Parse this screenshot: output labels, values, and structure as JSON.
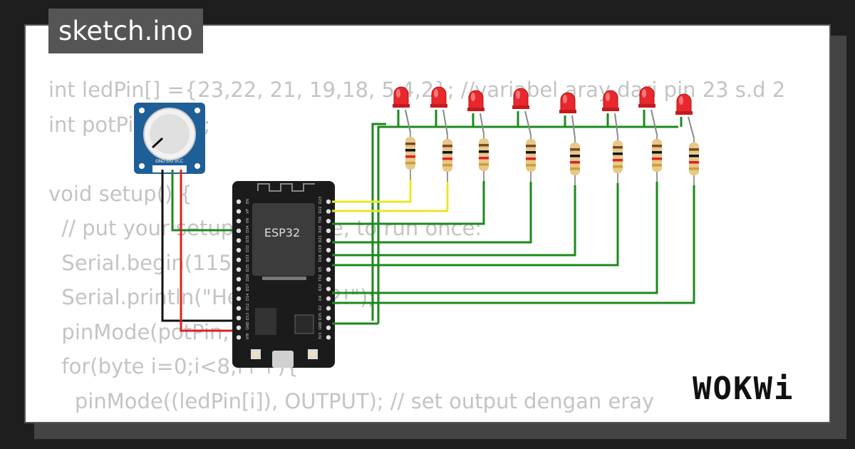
{
  "file_tab": {
    "title": "sketch.ino"
  },
  "code_lines": [
    "int ledPin[] ={23,22, 21, 19,18, 5,4,2}; //variabel aray dari pin 23 s.d 2",
    "int potPin = 34;",
    "",
    "void setup() {",
    "  // put your setup code here, to run once:",
    "  Serial.begin(115200);",
    "  Serial.println(\"Hello, ESP32!\");",
    "  pinMode(potPin, INPUT);",
    "  for(byte i=0;i<8;i++){",
    "    pinMode((ledPin[i]), OUTPUT); // set output dengan eray",
    "  }"
  ],
  "board": {
    "label": "ESP32",
    "left_pins": [
      "EN",
      "VP",
      "VN",
      "D34",
      "D35",
      "D32",
      "D33",
      "D25",
      "D26",
      "D27",
      "D14",
      "D12",
      "D13",
      "GND",
      "VIN"
    ],
    "right_pins": [
      "D23",
      "D22",
      "TX0",
      "RX0",
      "D21",
      "D19",
      "D18",
      "D5",
      "TX2",
      "RX2",
      "D4",
      "D2",
      "D15",
      "GND",
      "3V3"
    ]
  },
  "potentiometer": {
    "pins": [
      "GND",
      "SIG",
      "VCC"
    ]
  },
  "led_count": 8,
  "logo": {
    "text": "WOKWi"
  },
  "colors": {
    "wire_green": "#1c8a1c",
    "wire_yellow": "#f4ee2a",
    "wire_red": "#e02020",
    "wire_black": "#111111",
    "led_red": "#e8282d",
    "board": "#1b1b1b",
    "pot_module": "#1f5f98"
  }
}
